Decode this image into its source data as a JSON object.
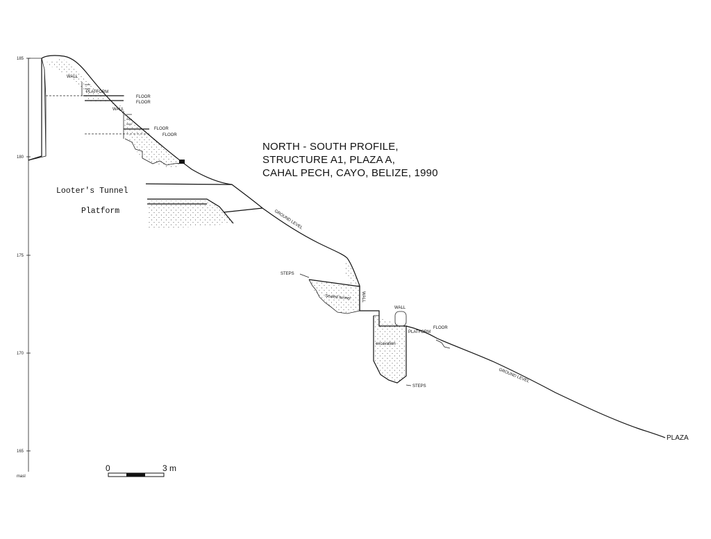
{
  "title_lines": [
    "NORTH - SOUTH PROFILE,",
    "STRUCTURE A1, PLAZA A,",
    "CAHAL PECH, CAYO, BELIZE, 1990"
  ],
  "axis": {
    "unit": "masl",
    "ticks": [
      "185",
      "180",
      "175",
      "170",
      "165"
    ]
  },
  "labels": {
    "looters_tunnel": "Looter's Tunnel",
    "platform_main": "Platform",
    "wall_upper": "WALL",
    "platform_upper": "PLATFORM",
    "floor_1": "FLOOR",
    "floor_2": "FLOOR",
    "wall_mid": "WALL",
    "floor_3": "FLOOR",
    "floor_4": "FLOOR",
    "ground_level_1": "GROUND LEVEL",
    "steps_upper": "STEPS",
    "sealed_tunnel": "Sealed tunnel",
    "wall_vertical": "WALL",
    "wall_lower": "WALL",
    "platform_lower": "PLATFORM",
    "floor_lower": "FLOOR",
    "excavation": "excavation",
    "steps_lower": "STEPS",
    "ground_level_2": "GROUND LEVEL",
    "plaza": "PLAZA"
  },
  "scale_bar": {
    "start_label": "0",
    "end_label": "3 m"
  },
  "colors": {
    "ink": "#111111",
    "paper": "#ffffff"
  }
}
